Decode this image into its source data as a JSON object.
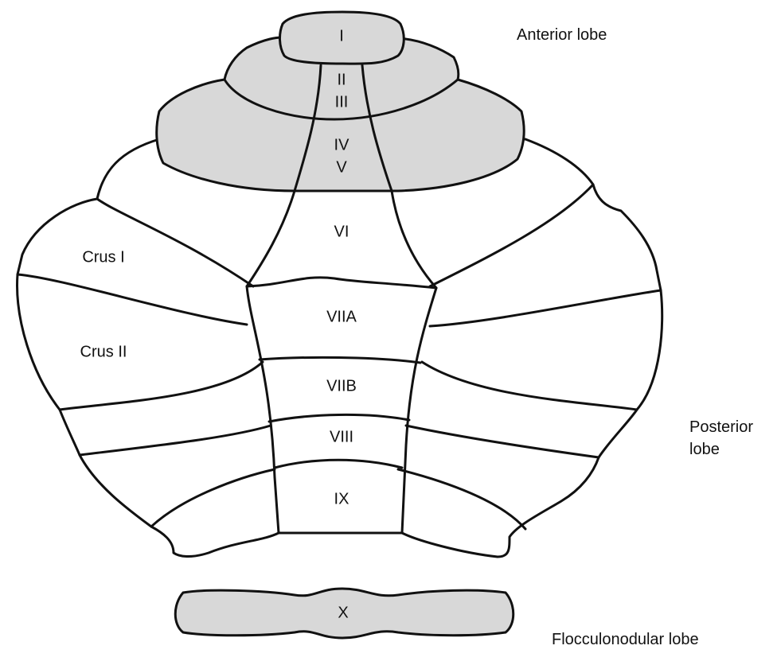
{
  "regions": {
    "I": "I",
    "II": "II",
    "III": "III",
    "IV": "IV",
    "V": "V",
    "VI": "VI",
    "VIIA": "VIIA",
    "VIIB": "VIIB",
    "VIII": "VIII",
    "IX": "IX",
    "X": "X",
    "crus1": "Crus I",
    "crus2": "Crus II"
  },
  "lobes": {
    "anterior": "Anterior lobe",
    "posterior_line1": "Posterior",
    "posterior_line2": "lobe",
    "flocculonodular": "Flocculonodular lobe"
  },
  "colors": {
    "anterior_fill": "#d8d8d8",
    "outline": "#111111"
  }
}
